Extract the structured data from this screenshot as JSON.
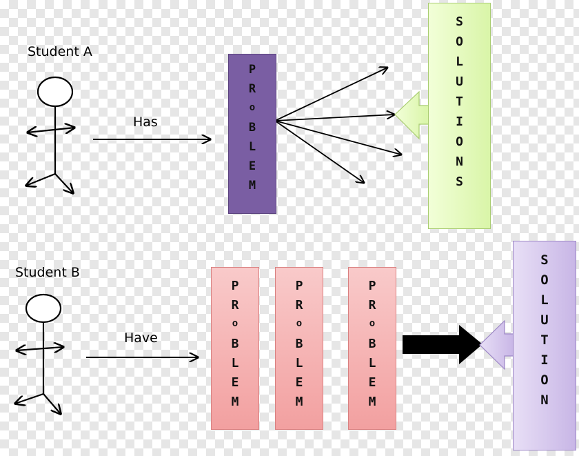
{
  "student_a": {
    "name": "Student A",
    "verb": "Has",
    "problem_letters": [
      "P",
      "R",
      "o",
      "B",
      "L",
      "E",
      "M"
    ],
    "solution_letters": [
      "S",
      "O",
      "L",
      "U",
      "T",
      "I",
      "O",
      "N",
      "S"
    ]
  },
  "student_b": {
    "name": "Student B",
    "verb": "Have",
    "problem_letters": [
      "P",
      "R",
      "o",
      "B",
      "L",
      "E",
      "M"
    ],
    "solution_letters": [
      "S",
      "O",
      "L",
      "U",
      "T",
      "I",
      "O",
      "N"
    ]
  },
  "colors": {
    "problem_a": "#7a5ea3",
    "problem_b": "#f2a0a0",
    "solutions_a": "#d9f5a8",
    "solution_b": "#c8b6e6"
  }
}
